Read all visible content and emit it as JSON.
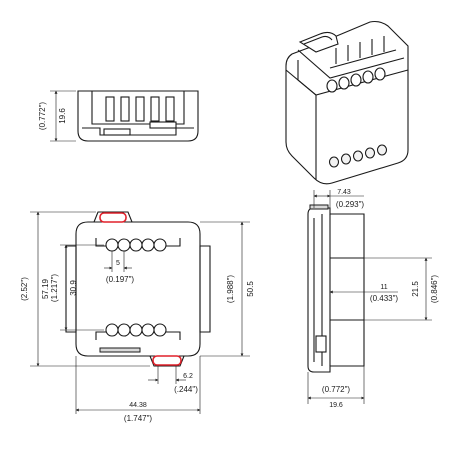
{
  "dimensions": {
    "side_height_in": "(0.772\")",
    "side_height_mm": "19.6",
    "top_offset_mm": "7.43",
    "top_offset_in": "(0.293\")",
    "body_height_in": "(2.52\")",
    "body_height_mm": "57.19",
    "terminal_span_in": "(1.217\")",
    "terminal_span_mm": "30.9",
    "pitch_mm": "5",
    "pitch_in": "(0.197\")",
    "overall_height_in": "(1.988\")",
    "overall_height_mm": "50.5",
    "tab_mm": "6.2",
    "tab_in": "(.244\")",
    "width_mm": "44.38",
    "width_in": "(1.747\")",
    "profile_depth_mm": "11",
    "profile_depth_in": "(0.433\")",
    "profile_height_mm": "21.5",
    "profile_height_in": "(0.846\")",
    "profile_width_in": "(0.772\")",
    "profile_width_mm": "19.6"
  }
}
